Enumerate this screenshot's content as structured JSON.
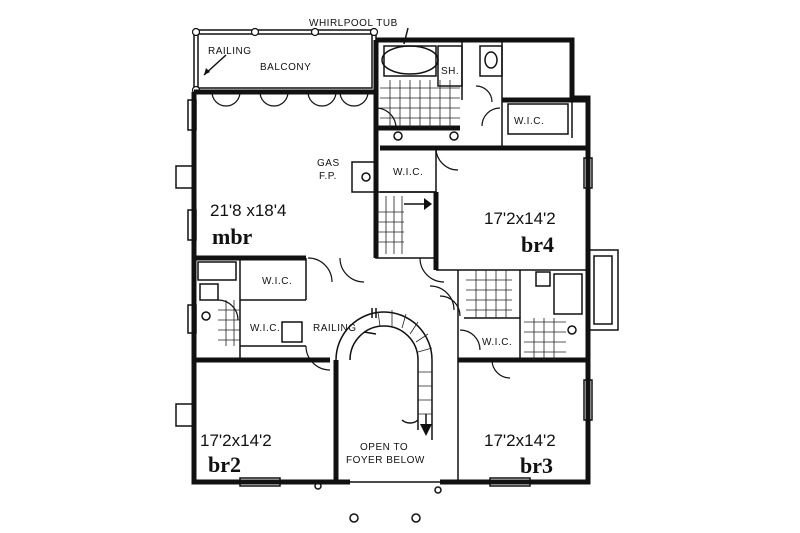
{
  "labels": {
    "whirlpool": "WHIRLPOOL TUB",
    "railing_top": "RAILING",
    "balcony": "BALCONY",
    "sh": "SH.",
    "wic_master_bath": "W.I.C.",
    "gas": "GAS",
    "fp": "F.P.",
    "wic_hall": "W.I.C.",
    "wic_left_upper": "W.I.C.",
    "wic_left_lower": "W.I.C.",
    "railing_stair": "RAILING",
    "wic_br3": "W.I.C.",
    "open_to_1": "OPEN TO",
    "open_to_2": "FOYER BELOW"
  },
  "rooms": {
    "mbr": {
      "dims": "21'8 x18'4",
      "name": "mbr"
    },
    "br4": {
      "dims": "17'2x14'2",
      "name": "br4"
    },
    "br2": {
      "dims": "17'2x14'2",
      "name": "br2"
    },
    "br3": {
      "dims": "17'2x14'2",
      "name": "br3"
    }
  }
}
